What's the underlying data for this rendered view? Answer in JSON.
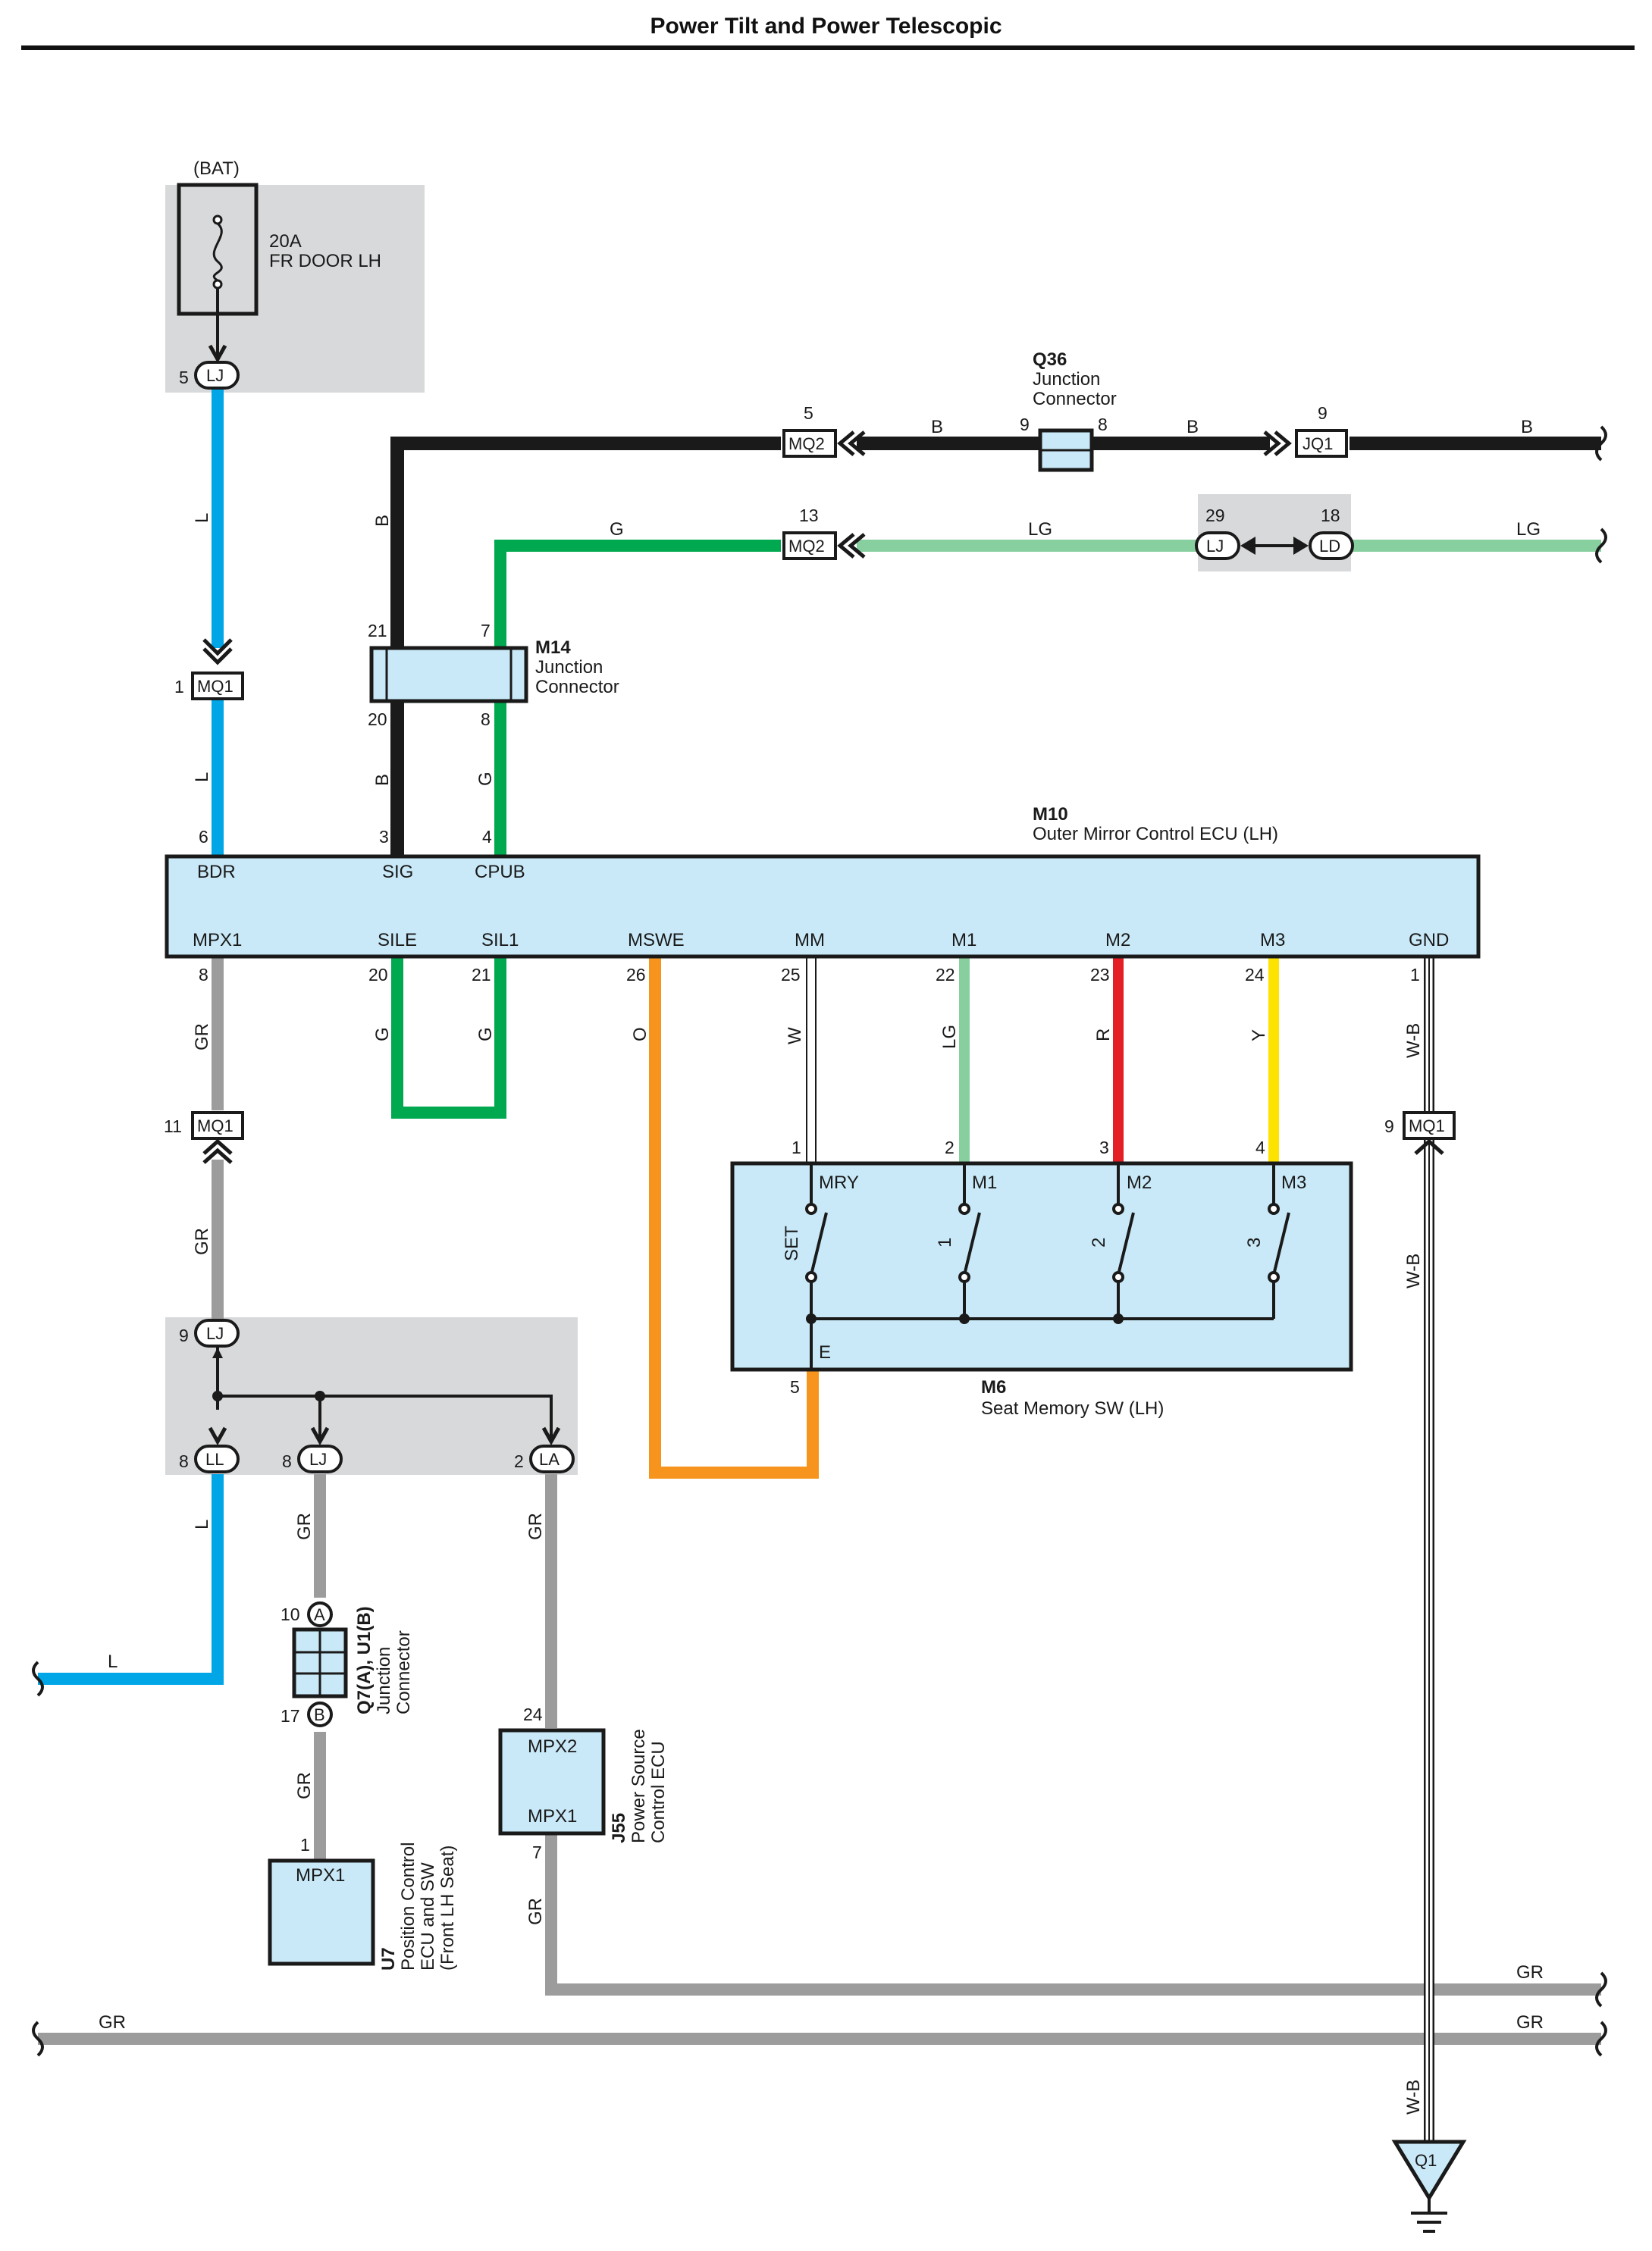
{
  "title": "Power Tilt and Power Telescopic",
  "colors": {
    "L": "#00a6e6",
    "B": "#1a1a1a",
    "G": "#00a84f",
    "LG": "#88cfa0",
    "GR": "#9c9c9c",
    "O": "#f7941d",
    "R": "#e31e24",
    "Y": "#fde400",
    "W": "#ffffff",
    "component_fill": "#c9e9f8",
    "shade": "#d8d9db"
  },
  "fuse": {
    "source": "(BAT)",
    "rating": "20A",
    "name": "FR DOOR LH"
  },
  "components": {
    "q36": {
      "id": "Q36",
      "line1": "Junction",
      "line2": "Connector"
    },
    "m14": {
      "id": "M14",
      "line1": "Junction",
      "line2": "Connector"
    },
    "m10": {
      "id": "M10",
      "name": "Outer Mirror Control ECU (LH)"
    },
    "m6": {
      "id": "M6",
      "name": "Seat Memory SW (LH)"
    },
    "q7u1": {
      "id": "Q7(A), U1(B)",
      "line1": "Junction",
      "line2": "Connector"
    },
    "j55": {
      "id": "J55",
      "line1": "Power Source",
      "line2": "Control ECU"
    },
    "u7": {
      "id": "U7",
      "line1": "Position Control",
      "line2": "ECU and SW",
      "line3": "(Front LH Seat)"
    },
    "q1": {
      "id": "Q1"
    }
  },
  "m10_terminals": {
    "top": [
      "BDR",
      "SIG",
      "CPUB"
    ],
    "bottom": [
      "MPX1",
      "SILE",
      "SIL1",
      "MSWE",
      "MM",
      "M1",
      "M2",
      "M3",
      "GND"
    ]
  },
  "m6_terminals": [
    "MRY",
    "M1",
    "M2",
    "M3",
    "E"
  ],
  "m6_switch_labels": [
    "SET",
    "1",
    "2",
    "3"
  ],
  "j55_terminals": [
    "MPX2",
    "MPX1"
  ],
  "u7_terminals": [
    "MPX1"
  ],
  "q7_terminals": [
    "A",
    "B"
  ],
  "connectors": [
    "LJ",
    "MQ1",
    "MQ2",
    "JQ1",
    "LD",
    "LL",
    "LA"
  ],
  "pins": [
    "5",
    "9",
    "8",
    "13",
    "29",
    "18",
    "1",
    "21",
    "7",
    "20",
    "6",
    "3",
    "4",
    "26",
    "25",
    "22",
    "23",
    "24",
    "11",
    "2",
    "10",
    "17",
    "Q1"
  ],
  "wire_colors": [
    "L",
    "B",
    "G",
    "LG",
    "GR",
    "O",
    "W",
    "R",
    "Y",
    "W-B"
  ]
}
